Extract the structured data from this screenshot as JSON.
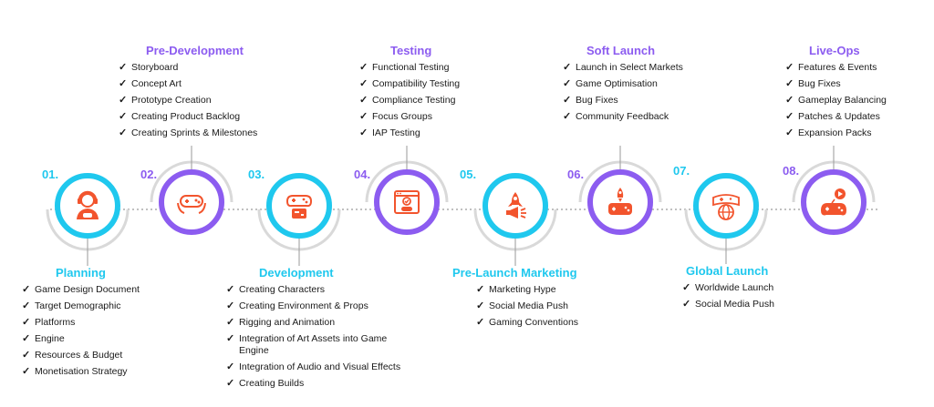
{
  "colors": {
    "cyan": "#1fc8ee",
    "purple": "#8c5cf0",
    "icon_orange": "#f2542d",
    "arc_grey": "#d9d9d9"
  },
  "stages": [
    {
      "number": "01.",
      "title": "Planning",
      "icon": "gamer-headset-icon",
      "items": [
        "Game Design Document",
        "Target Demographic",
        "Platforms",
        "Engine",
        "Resources & Budget",
        "Monetisation Strategy"
      ]
    },
    {
      "number": "02.",
      "title": "Pre-Development",
      "icon": "hands-controller-icon",
      "items": [
        "Storyboard",
        "Concept Art",
        "Prototype Creation",
        "Creating Product Backlog",
        "Creating Sprints & Milestones"
      ]
    },
    {
      "number": "03.",
      "title": "Development",
      "icon": "gamepad-screen-icon",
      "items": [
        "Creating Characters",
        "Creating Environment & Props",
        "Rigging and Animation",
        "Integration of Art Assets into Game Engine",
        "Integration of Audio and Visual Effects",
        "Creating Builds"
      ]
    },
    {
      "number": "04.",
      "title": "Testing",
      "icon": "browser-check-icon",
      "items": [
        "Functional Testing",
        "Compatibility Testing",
        "Compliance Testing",
        "Focus Groups",
        "IAP Testing"
      ]
    },
    {
      "number": "05.",
      "title": "Pre-Launch Marketing",
      "icon": "rocket-megaphone-icon",
      "items": [
        "Marketing Hype",
        "Social Media Push",
        "Gaming Conventions"
      ]
    },
    {
      "number": "06.",
      "title": "Soft Launch",
      "icon": "rocket-console-icon",
      "items": [
        "Launch in Select Markets",
        "Game Optimisation",
        "Bug Fixes",
        "Community Feedback"
      ]
    },
    {
      "number": "07.",
      "title": "Global Launch",
      "icon": "globe-controller-icon",
      "items": [
        "Worldwide Launch",
        "Social Media Push"
      ]
    },
    {
      "number": "08.",
      "title": "Live-Ops",
      "icon": "controller-play-icon",
      "items": [
        "Features & Events",
        "Bug Fixes",
        "Gameplay Balancing",
        "Patches & Updates",
        "Expansion Packs"
      ]
    }
  ]
}
